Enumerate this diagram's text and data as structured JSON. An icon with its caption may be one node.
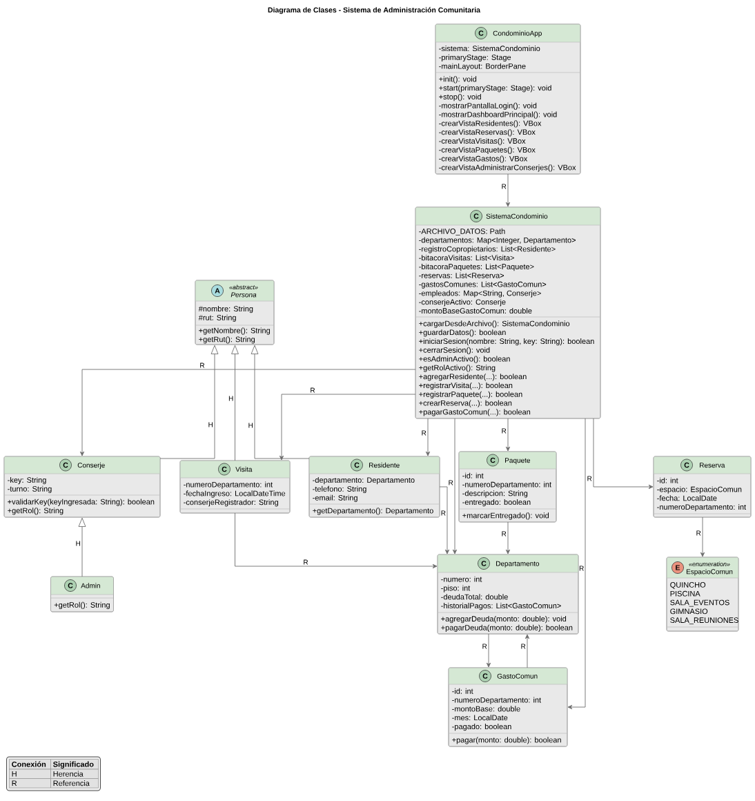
{
  "diagram": {
    "title": "Diagrama de Clases - Sistema de Administración Comunitaria",
    "nodes": [
      {
        "text": [
          "C",
          "CondominioApp",
          "-sistema: SistemaCondominio",
          "-primaryStage: Stage",
          "-mainLayout: BorderPane",
          "+init(): void",
          "+start(primaryStage: Stage): void",
          "+stop(): void",
          "-mostrarPantallaLogin(): void",
          "-mostrarDashboardPrincipal(): void",
          "-crearVistaResidentes(): VBox",
          "-crearVistaReservas(): VBox",
          "-crearVistaVisitas(): VBox",
          "-crearVistaPaquetes(): VBox",
          "-crearVistaGastos(): VBox",
          "-crearVistaAdministrarConserjes(): VBox"
        ]
      },
      {
        "text": [
          "C",
          "SistemaCondominio",
          "-ARCHIVO_DATOS: Path",
          "-departamentos: Map<Integer, Departamento>",
          "-registroCopropietarios: List<Residente>",
          "-bitacoraVisitas: List<Visita>",
          "-bitacoraPaquetes: List<Paquete>",
          "-reservas: List<Reserva>",
          "-gastosComunes: List<GastoComun>",
          "-empleados: Map<String, Conserje>",
          "-conserjeActivo: Conserje",
          "-montoBaseGastoComun: double",
          "+cargarDesdeArchivo(): SistemaCondominio",
          "+guardarDatos(): boolean",
          "+iniciarSesion(nombre: String, key: String): boolean",
          "+cerrarSesion(): void",
          "+esAdminActivo(): boolean",
          "+getRolActivo(): String",
          "+agregarResidente(...): boolean",
          "+registrarVisita(...): boolean",
          "+registrarPaquete(...): boolean",
          "+crearReserva(...): boolean",
          "+pagarGastoComun(...): boolean"
        ]
      },
      {
        "text": [
          "A",
          "«abstract»",
          "Persona",
          "#nombre: String",
          "#rut: String",
          "+getNombre(): String",
          "+getRut(): String"
        ]
      },
      {
        "text": [
          "C",
          "Conserje",
          "-key: String",
          "-turno: String",
          "+validarKey(keyIngresada: String): boolean",
          "+getRol(): String"
        ]
      },
      {
        "text": [
          "C",
          "Visita",
          "-numeroDepartamento: int",
          "-fechaIngreso: LocalDateTime",
          "-conserjeRegistrador: String"
        ]
      },
      {
        "text": [
          "C",
          "Residente",
          "-departamento: Departamento",
          "-telefono: String",
          "-email: String",
          "+getDepartamento(): Departamento"
        ]
      },
      {
        "text": [
          "C",
          "Paquete",
          "-id: int",
          "-numeroDepartamento: int",
          "-descripcion: String",
          "-entregado: boolean",
          "+marcarEntregado(): void"
        ]
      },
      {
        "text": [
          "C",
          "Reserva",
          "-id: int",
          "-espacio: EspacioComun",
          "-fecha: LocalDate",
          "-numeroDepartamento: int"
        ]
      },
      {
        "text": [
          "C",
          "Departamento",
          "-numero: int",
          "-piso: int",
          "-deudaTotal: double",
          "-historialPagos: List<GastoComun>",
          "+agregarDeuda(monto: double): void",
          "+pagarDeuda(monto: double): boolean"
        ]
      },
      {
        "text": [
          "E",
          "«enumeration»",
          "EspacioComun",
          "QUINCHO",
          "PISCINA",
          "SALA_EVENTOS",
          "GIMNASIO",
          "SALA_REUNIONES"
        ]
      },
      {
        "text": [
          "C",
          "Admin",
          "+getRol(): String"
        ]
      },
      {
        "text": [
          "C",
          "GastoComun",
          "-id: int",
          "-numeroDepartamento: int",
          "-montoBase: double",
          "-mes: LocalDate",
          "-pagado: boolean",
          "+pagar(monto: double): boolean"
        ]
      }
    ],
    "edges": [
      {
        "from": 0,
        "to": 1,
        "arrow": "to",
        "label": "R"
      },
      {
        "from": 1,
        "to": 3,
        "arrow": "to",
        "label": "R"
      },
      {
        "from": 1,
        "to": 4,
        "arrow": "to",
        "label": "R"
      },
      {
        "from": 1,
        "to": 5,
        "arrow": "to",
        "label": "R"
      },
      {
        "from": 1,
        "to": 6,
        "arrow": "to",
        "label": "R"
      },
      {
        "from": 1,
        "to": 8,
        "arrow": "to",
        "label": "R"
      },
      {
        "from": 1,
        "to": 7,
        "arrow": "to",
        "label": "R"
      },
      {
        "from": 1,
        "to": 11,
        "arrow": "to",
        "label": "R"
      },
      {
        "from": 3,
        "to": 2,
        "arrow": "to",
        "label": "H"
      },
      {
        "from": 4,
        "to": 2,
        "arrow": "to",
        "label": "H"
      },
      {
        "from": 5,
        "to": 2,
        "arrow": "to",
        "label": "H"
      },
      {
        "from": 4,
        "to": 8,
        "arrow": "to",
        "label": "R"
      },
      {
        "from": 5,
        "to": 8,
        "arrow": "to",
        "label": "R"
      },
      {
        "from": 6,
        "to": 8,
        "arrow": "to",
        "label": "R"
      },
      {
        "from": 8,
        "to": 11,
        "arrow": "to",
        "label": "R"
      },
      {
        "from": 11,
        "to": 8,
        "arrow": "to",
        "label": "R"
      },
      {
        "from": 7,
        "to": 9,
        "arrow": "to",
        "label": "R"
      },
      {
        "from": 10,
        "to": 3,
        "arrow": "to",
        "label": "H"
      }
    ],
    "labels": [
      "Conexión",
      "Significado",
      "H",
      "Herencia",
      "R",
      "Referencia"
    ]
  }
}
